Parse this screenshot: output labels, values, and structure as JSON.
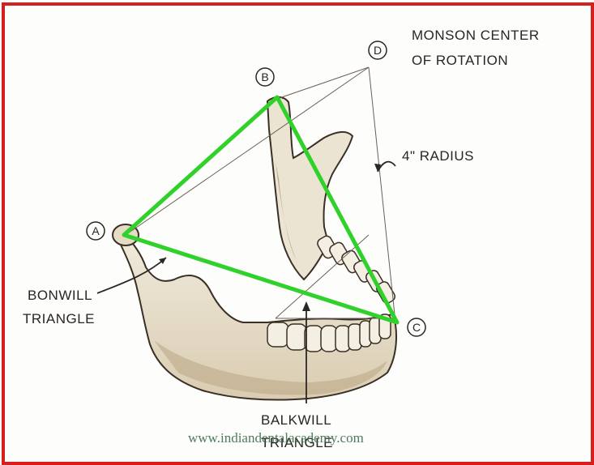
{
  "labels": {
    "monson_line1": "MONSON CENTER",
    "monson_line2": "OF ROTATION",
    "radius": "4\" RADIUS",
    "bonwill_line1": "BONWILL",
    "bonwill_line2": "TRIANGLE",
    "balkwill_line1": "BALKWILL",
    "balkwill_line2": "TRIANGLE",
    "point_a": "A",
    "point_b": "B",
    "point_c": "C",
    "point_d": "D"
  },
  "watermark": "www.indiandentalacademy.com",
  "colors": {
    "frame_border": "#d6201e",
    "triangle": "#2fd12a",
    "bone_fill": "#e9e1cf",
    "bone_shade": "#b9a584",
    "outline": "#3a2f25"
  }
}
